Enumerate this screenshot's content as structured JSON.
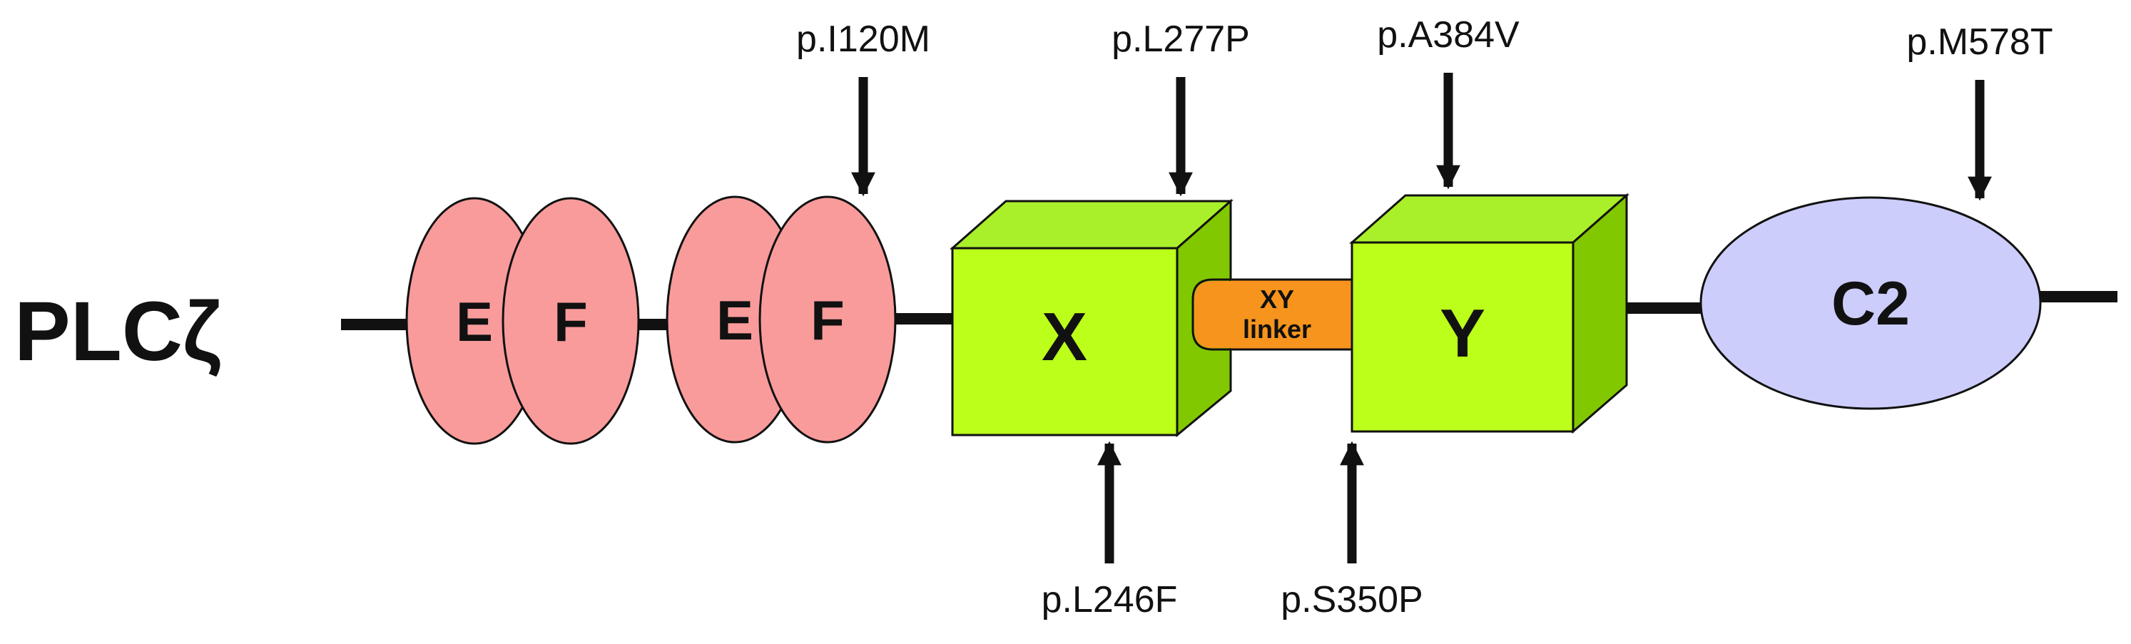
{
  "protein": {
    "name": "PLCζ"
  },
  "domains": {
    "ef1": {
      "left": "E",
      "right": "F"
    },
    "ef2": {
      "left": "E",
      "right": "F"
    },
    "x": {
      "label": "X"
    },
    "linker": {
      "line1": "XY",
      "line2": "linker"
    },
    "y": {
      "label": "Y"
    },
    "c2": {
      "label": "C2"
    }
  },
  "mutations": {
    "i120m": "p.I120M",
    "l277p": "p.L277P",
    "a384v": "p.A384V",
    "m578t": "p.M578T",
    "l246f": "p.L246F",
    "s350p": "p.S350P"
  },
  "colors": {
    "ef_fill": "#f99b9b",
    "box_front": "#bbff1a",
    "box_top": "#aaf02a",
    "box_side": "#82c800",
    "linker_fill": "#f7941d",
    "c2_fill": "#cccdfb",
    "stroke": "#111111"
  }
}
